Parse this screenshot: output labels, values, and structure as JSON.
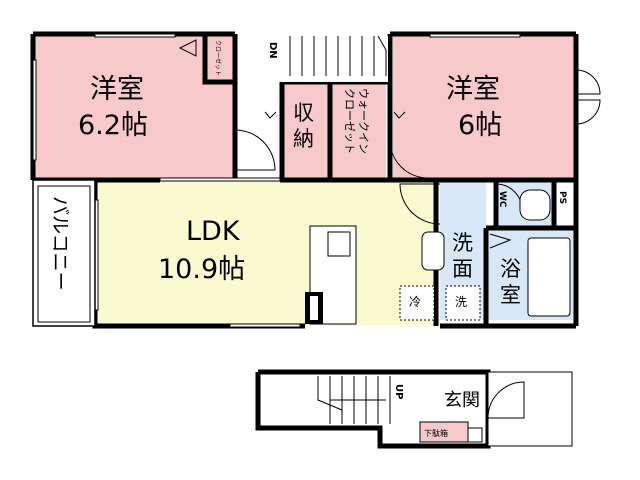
{
  "colors": {
    "western_room": "#f7c9cb",
    "storage": "#f7c9cb",
    "ldk": "#fafad0",
    "wet_area": "#d8e8f8",
    "balcony": "#ffffff",
    "floor": "#ffffff",
    "wall": "#000000"
  },
  "rooms": {
    "west_room_left": {
      "name": "洋室",
      "size": "6.2帖"
    },
    "west_room_right": {
      "name": "洋室",
      "size": "6帖"
    },
    "ldk": {
      "name": "LDK",
      "size": "10.9帖"
    },
    "storage": {
      "line1": "収",
      "line2": "納"
    },
    "walk_in_closet": {
      "line1": "ウォークイン",
      "line2": "クローゼット"
    },
    "closet_small": "クローゼット",
    "balcony": "バルコニー",
    "washroom": {
      "line1": "洗",
      "line2": "面"
    },
    "bath": {
      "line1": "浴",
      "line2": "室"
    },
    "wc": "WC",
    "ps": "PS",
    "entrance": "玄関",
    "shoe_box": "下駄箱"
  },
  "fixtures": {
    "fridge": "冷",
    "washer": "洗"
  },
  "stairs": {
    "upper": "DN",
    "lower": "UP"
  }
}
